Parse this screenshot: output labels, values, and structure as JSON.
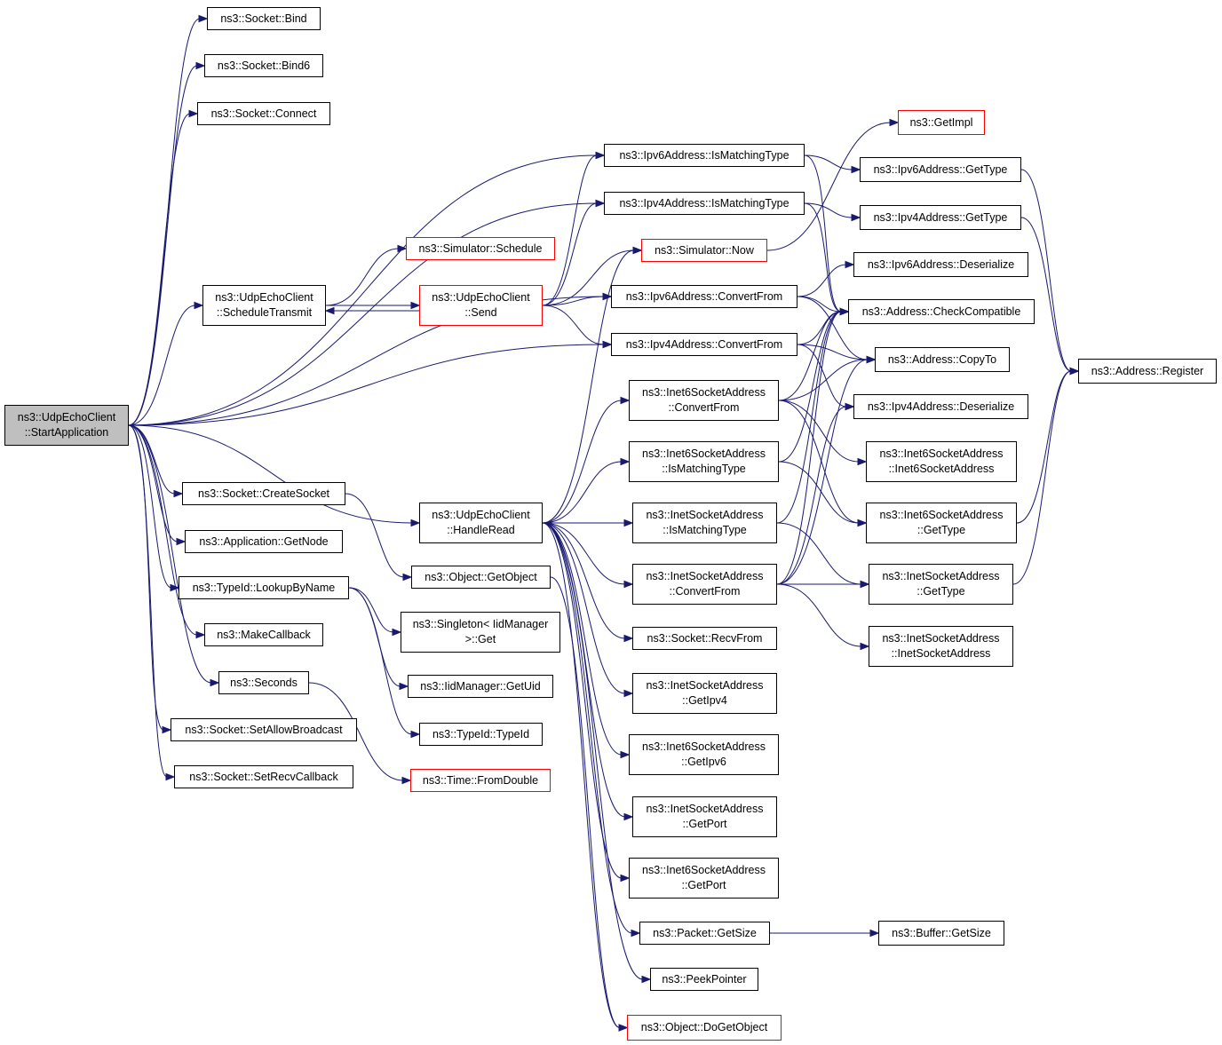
{
  "colors": {
    "edge": "#191970",
    "border": "#000000",
    "border_red": "#ff0000",
    "root_fill": "#bfbfbf",
    "background": "#ffffff"
  },
  "nodes": {
    "root": [
      "ns3::UdpEchoClient",
      "::StartApplication"
    ],
    "bind": [
      "ns3::Socket::Bind"
    ],
    "bind6": [
      "ns3::Socket::Bind6"
    ],
    "connect": [
      "ns3::Socket::Connect"
    ],
    "scheduleTransmit": [
      "ns3::UdpEchoClient",
      "::ScheduleTransmit"
    ],
    "createSocket": [
      "ns3::Socket::CreateSocket"
    ],
    "getNode": [
      "ns3::Application::GetNode"
    ],
    "lookupByName": [
      "ns3::TypeId::LookupByName"
    ],
    "makeCallback": [
      "ns3::MakeCallback"
    ],
    "seconds": [
      "ns3::Seconds"
    ],
    "setAllowBroadcast": [
      "ns3::Socket::SetAllowBroadcast"
    ],
    "setRecvCallback": [
      "ns3::Socket::SetRecvCallback"
    ],
    "simSchedule": [
      "ns3::Simulator::Schedule"
    ],
    "send": [
      "ns3::UdpEchoClient",
      "::Send"
    ],
    "handleRead": [
      "ns3::UdpEchoClient",
      "::HandleRead"
    ],
    "getObject": [
      "ns3::Object::GetObject"
    ],
    "singletonGet": [
      "ns3::Singleton< IidManager",
      ">::Get"
    ],
    "iidGetUid": [
      "ns3::IidManager::GetUid"
    ],
    "typeIdTypeId": [
      "ns3::TypeId::TypeId"
    ],
    "fromDouble": [
      "ns3::Time::FromDouble"
    ],
    "ipv6IsMatching": [
      "ns3::Ipv6Address::IsMatchingType"
    ],
    "ipv4IsMatching": [
      "ns3::Ipv4Address::IsMatchingType"
    ],
    "simNow": [
      "ns3::Simulator::Now"
    ],
    "ipv6ConvertFrom": [
      "ns3::Ipv6Address::ConvertFrom"
    ],
    "ipv4ConvertFrom": [
      "ns3::Ipv4Address::ConvertFrom"
    ],
    "inet6ConvertFrom": [
      "ns3::Inet6SocketAddress",
      "::ConvertFrom"
    ],
    "inet6IsMatching": [
      "ns3::Inet6SocketAddress",
      "::IsMatchingType"
    ],
    "inetIsMatching": [
      "ns3::InetSocketAddress",
      "::IsMatchingType"
    ],
    "inetConvertFrom": [
      "ns3::InetSocketAddress",
      "::ConvertFrom"
    ],
    "recvFrom": [
      "ns3::Socket::RecvFrom"
    ],
    "inetGetIpv4": [
      "ns3::InetSocketAddress",
      "::GetIpv4"
    ],
    "inet6GetIpv6": [
      "ns3::Inet6SocketAddress",
      "::GetIpv6"
    ],
    "inetGetPort": [
      "ns3::InetSocketAddress",
      "::GetPort"
    ],
    "inet6GetPort": [
      "ns3::Inet6SocketAddress",
      "::GetPort"
    ],
    "packetGetSize": [
      "ns3::Packet::GetSize"
    ],
    "peekPointer": [
      "ns3::PeekPointer"
    ],
    "doGetObject": [
      "ns3::Object::DoGetObject"
    ],
    "getImpl": [
      "ns3::GetImpl"
    ],
    "ipv6GetType": [
      "ns3::Ipv6Address::GetType"
    ],
    "ipv4GetType": [
      "ns3::Ipv4Address::GetType"
    ],
    "ipv6Deserialize": [
      "ns3::Ipv6Address::Deserialize"
    ],
    "checkCompatible": [
      "ns3::Address::CheckCompatible"
    ],
    "copyTo": [
      "ns3::Address::CopyTo"
    ],
    "ipv4Deserialize": [
      "ns3::Ipv4Address::Deserialize"
    ],
    "inet6Ctor": [
      "ns3::Inet6SocketAddress",
      "::Inet6SocketAddress"
    ],
    "inet6GetType": [
      "ns3::Inet6SocketAddress",
      "::GetType"
    ],
    "inetGetType": [
      "ns3::InetSocketAddress",
      "::GetType"
    ],
    "inetCtor": [
      "ns3::InetSocketAddress",
      "::InetSocketAddress"
    ],
    "bufferGetSize": [
      "ns3::Buffer::GetSize"
    ],
    "addrRegister": [
      "ns3::Address::Register"
    ]
  },
  "edges": [
    [
      "root",
      "bind"
    ],
    [
      "root",
      "bind6"
    ],
    [
      "root",
      "connect"
    ],
    [
      "root",
      "ipv6IsMatching"
    ],
    [
      "root",
      "ipv4IsMatching"
    ],
    [
      "root",
      "scheduleTransmit"
    ],
    [
      "root",
      "ipv6ConvertFrom"
    ],
    [
      "root",
      "ipv4ConvertFrom"
    ],
    [
      "root",
      "createSocket"
    ],
    [
      "root",
      "handleRead"
    ],
    [
      "root",
      "getNode"
    ],
    [
      "root",
      "lookupByName"
    ],
    [
      "root",
      "makeCallback"
    ],
    [
      "root",
      "seconds"
    ],
    [
      "root",
      "setAllowBroadcast"
    ],
    [
      "root",
      "setRecvCallback"
    ],
    [
      "scheduleTransmit",
      "simSchedule"
    ],
    [
      "scheduleTransmit",
      "send"
    ],
    [
      "send",
      "scheduleTransmit"
    ],
    [
      "send",
      "ipv6IsMatching"
    ],
    [
      "send",
      "ipv4IsMatching"
    ],
    [
      "send",
      "simNow"
    ],
    [
      "send",
      "ipv6ConvertFrom"
    ],
    [
      "send",
      "ipv4ConvertFrom"
    ],
    [
      "createSocket",
      "getObject"
    ],
    [
      "getObject",
      "doGetObject"
    ],
    [
      "lookupByName",
      "singletonGet"
    ],
    [
      "lookupByName",
      "iidGetUid"
    ],
    [
      "lookupByName",
      "typeIdTypeId"
    ],
    [
      "seconds",
      "fromDouble"
    ],
    [
      "handleRead",
      "simNow"
    ],
    [
      "handleRead",
      "inet6ConvertFrom"
    ],
    [
      "handleRead",
      "inet6IsMatching"
    ],
    [
      "handleRead",
      "inetIsMatching"
    ],
    [
      "handleRead",
      "inetConvertFrom"
    ],
    [
      "handleRead",
      "recvFrom"
    ],
    [
      "handleRead",
      "inetGetIpv4"
    ],
    [
      "handleRead",
      "inet6GetIpv6"
    ],
    [
      "handleRead",
      "inetGetPort"
    ],
    [
      "handleRead",
      "inet6GetPort"
    ],
    [
      "handleRead",
      "packetGetSize"
    ],
    [
      "handleRead",
      "peekPointer"
    ],
    [
      "handleRead",
      "doGetObject"
    ],
    [
      "ipv6IsMatching",
      "ipv6GetType"
    ],
    [
      "ipv6IsMatching",
      "checkCompatible"
    ],
    [
      "ipv4IsMatching",
      "ipv4GetType"
    ],
    [
      "ipv4IsMatching",
      "checkCompatible"
    ],
    [
      "simNow",
      "getImpl"
    ],
    [
      "ipv6ConvertFrom",
      "ipv6Deserialize"
    ],
    [
      "ipv6ConvertFrom",
      "checkCompatible"
    ],
    [
      "ipv6ConvertFrom",
      "copyTo"
    ],
    [
      "ipv4ConvertFrom",
      "checkCompatible"
    ],
    [
      "ipv4ConvertFrom",
      "copyTo"
    ],
    [
      "ipv4ConvertFrom",
      "ipv4Deserialize"
    ],
    [
      "inet6ConvertFrom",
      "checkCompatible"
    ],
    [
      "inet6ConvertFrom",
      "copyTo"
    ],
    [
      "inet6ConvertFrom",
      "inet6Ctor"
    ],
    [
      "inet6ConvertFrom",
      "inet6GetType"
    ],
    [
      "inet6IsMatching",
      "checkCompatible"
    ],
    [
      "inet6IsMatching",
      "inet6GetType"
    ],
    [
      "inetIsMatching",
      "checkCompatible"
    ],
    [
      "inetIsMatching",
      "inetGetType"
    ],
    [
      "inetConvertFrom",
      "checkCompatible"
    ],
    [
      "inetConvertFrom",
      "copyTo"
    ],
    [
      "inetConvertFrom",
      "ipv4Deserialize"
    ],
    [
      "inetConvertFrom",
      "inetGetType"
    ],
    [
      "inetConvertFrom",
      "inetCtor"
    ],
    [
      "ipv6GetType",
      "addrRegister"
    ],
    [
      "ipv4GetType",
      "addrRegister"
    ],
    [
      "inet6GetType",
      "addrRegister"
    ],
    [
      "inetGetType",
      "addrRegister"
    ],
    [
      "packetGetSize",
      "bufferGetSize"
    ]
  ]
}
